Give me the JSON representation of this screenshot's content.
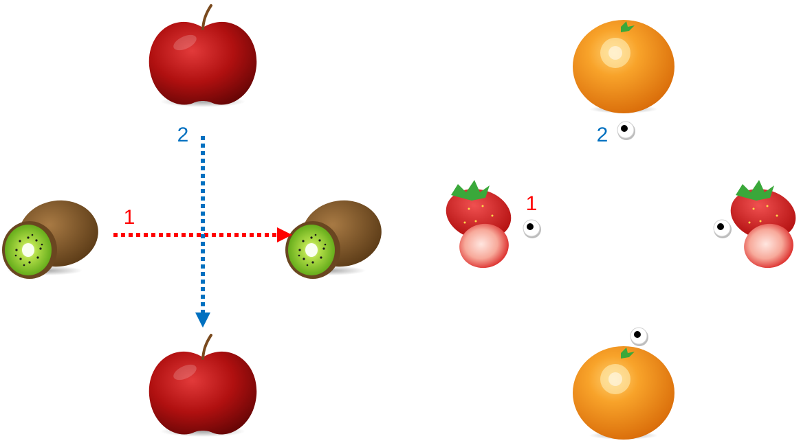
{
  "labels": {
    "left_step_1": "1",
    "left_step_2": "2",
    "right_step_1": "1",
    "right_step_2": "2"
  },
  "colors": {
    "step_1": "#ff0000",
    "step_2": "#0070c0",
    "apple": "#b01010",
    "orange": "#f08a1a",
    "kiwi_skin": "#7a5428",
    "kiwi_flesh": "#7dc221",
    "strawberry": "#d81e1e",
    "leaf": "#3aa83a"
  },
  "icons": {
    "apple": "apple-icon",
    "kiwi": "kiwi-icon",
    "orange": "orange-icon",
    "strawberry": "strawberry-icon",
    "googly_eye": "googly-eye-icon"
  }
}
